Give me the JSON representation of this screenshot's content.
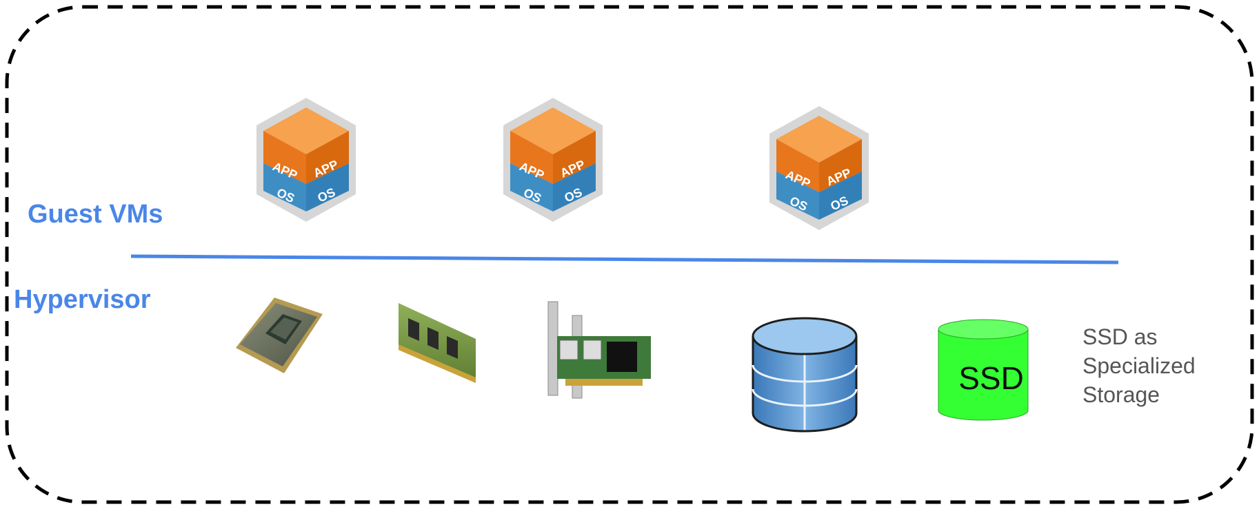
{
  "labels": {
    "guest_vms": "Guest VMs",
    "hypervisor": "Hypervisor"
  },
  "ssd": {
    "cylinder_label": "SSD",
    "note_lines": [
      "SSD as",
      "Specialized",
      "Storage"
    ]
  },
  "vm_icon": {
    "app_label": "APP",
    "os_label": "OS"
  },
  "colors": {
    "accent_blue": "#4a86e8",
    "vm_orange": "#e8761d",
    "vm_blue": "#3e8ec4",
    "ssd_green": "#33ff33",
    "storage_blue": "#4d8fcf"
  }
}
